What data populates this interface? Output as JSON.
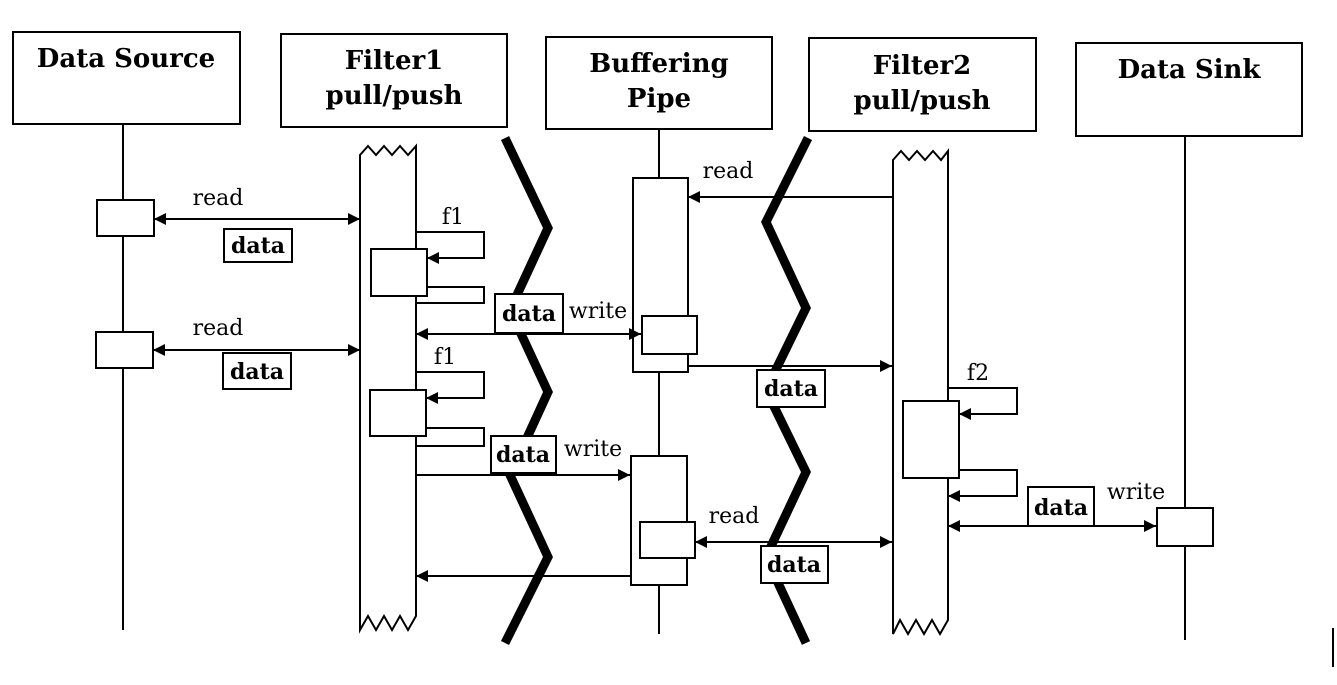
{
  "participants": {
    "data_source": "Data Source",
    "filter1_line1": "Filter1",
    "filter1_line2": "pull/push",
    "buffering_line1": "Buffering",
    "buffering_line2": "Pipe",
    "filter2_line1": "Filter2",
    "filter2_line2": "pull/push",
    "data_sink": "Data Sink"
  },
  "messages": {
    "read": "read",
    "write": "write",
    "data": "data",
    "f1": "f1",
    "f2": "f2"
  }
}
